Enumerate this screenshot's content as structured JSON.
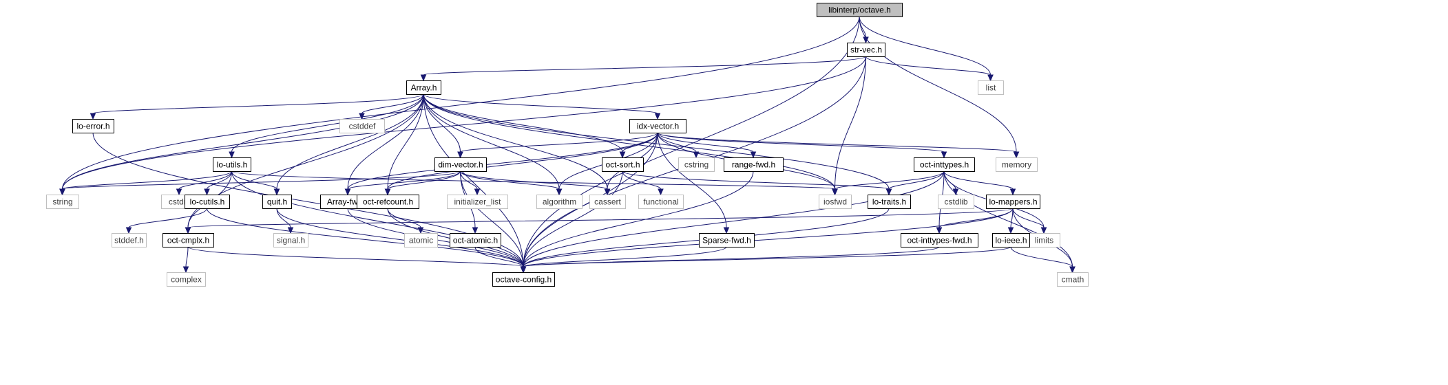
{
  "graph": {
    "nodes": [
      {
        "id": "octave_h",
        "label": "libinterp/octave.h",
        "kind": "root"
      },
      {
        "id": "str_vec",
        "label": "str-vec.h",
        "kind": "local"
      },
      {
        "id": "list",
        "label": "list",
        "kind": "system"
      },
      {
        "id": "memory",
        "label": "memory",
        "kind": "system"
      },
      {
        "id": "array_h",
        "label": "Array.h",
        "kind": "local"
      },
      {
        "id": "lo_error",
        "label": "lo-error.h",
        "kind": "local"
      },
      {
        "id": "cstddef",
        "label": "cstddef",
        "kind": "system"
      },
      {
        "id": "idx_vector",
        "label": "idx-vector.h",
        "kind": "local"
      },
      {
        "id": "lo_utils",
        "label": "lo-utils.h",
        "kind": "local"
      },
      {
        "id": "dim_vector",
        "label": "dim-vector.h",
        "kind": "local"
      },
      {
        "id": "oct_sort",
        "label": "oct-sort.h",
        "kind": "local"
      },
      {
        "id": "cstring",
        "label": "cstring",
        "kind": "system"
      },
      {
        "id": "range_fwd",
        "label": "range-fwd.h",
        "kind": "local"
      },
      {
        "id": "oct_inttypes",
        "label": "oct-inttypes.h",
        "kind": "local"
      },
      {
        "id": "string",
        "label": "string",
        "kind": "system"
      },
      {
        "id": "cstdio",
        "label": "cstdio",
        "kind": "system"
      },
      {
        "id": "lo_cutils",
        "label": "lo-cutils.h",
        "kind": "local"
      },
      {
        "id": "quit_h",
        "label": "quit.h",
        "kind": "local"
      },
      {
        "id": "array_fwd",
        "label": "Array-fwd.h",
        "kind": "local"
      },
      {
        "id": "oct_refcount",
        "label": "oct-refcount.h",
        "kind": "local"
      },
      {
        "id": "initializer_list",
        "label": "initializer_list",
        "kind": "system"
      },
      {
        "id": "algorithm",
        "label": "algorithm",
        "kind": "system"
      },
      {
        "id": "cassert",
        "label": "cassert",
        "kind": "system"
      },
      {
        "id": "functional",
        "label": "functional",
        "kind": "system"
      },
      {
        "id": "iosfwd",
        "label": "iosfwd",
        "kind": "system"
      },
      {
        "id": "lo_traits",
        "label": "lo-traits.h",
        "kind": "local"
      },
      {
        "id": "cstdlib",
        "label": "cstdlib",
        "kind": "system"
      },
      {
        "id": "lo_mappers",
        "label": "lo-mappers.h",
        "kind": "local"
      },
      {
        "id": "limits",
        "label": "limits",
        "kind": "system"
      },
      {
        "id": "stddef_h",
        "label": "stddef.h",
        "kind": "system"
      },
      {
        "id": "oct_cmplx",
        "label": "oct-cmplx.h",
        "kind": "local"
      },
      {
        "id": "signal_h",
        "label": "signal.h",
        "kind": "system"
      },
      {
        "id": "atomic",
        "label": "atomic",
        "kind": "system"
      },
      {
        "id": "oct_atomic",
        "label": "oct-atomic.h",
        "kind": "local"
      },
      {
        "id": "sparse_fwd",
        "label": "Sparse-fwd.h",
        "kind": "local"
      },
      {
        "id": "oct_inttypes_fwd",
        "label": "oct-inttypes-fwd.h",
        "kind": "local"
      },
      {
        "id": "lo_ieee",
        "label": "lo-ieee.h",
        "kind": "local"
      },
      {
        "id": "complex",
        "label": "complex",
        "kind": "system"
      },
      {
        "id": "octave_config",
        "label": "octave-config.h",
        "kind": "local"
      },
      {
        "id": "cmath",
        "label": "cmath",
        "kind": "system"
      }
    ],
    "edges": [
      [
        "octave_h",
        "str_vec"
      ],
      [
        "octave_h",
        "list"
      ],
      [
        "octave_h",
        "memory"
      ],
      [
        "octave_h",
        "string"
      ],
      [
        "octave_h",
        "octave_config"
      ],
      [
        "str_vec",
        "array_h"
      ],
      [
        "str_vec",
        "list"
      ],
      [
        "str_vec",
        "string"
      ],
      [
        "str_vec",
        "iosfwd"
      ],
      [
        "str_vec",
        "octave_config"
      ],
      [
        "array_h",
        "lo_error"
      ],
      [
        "array_h",
        "cstddef"
      ],
      [
        "array_h",
        "idx_vector"
      ],
      [
        "array_h",
        "lo_utils"
      ],
      [
        "array_h",
        "dim_vector"
      ],
      [
        "array_h",
        "oct_sort"
      ],
      [
        "array_h",
        "string"
      ],
      [
        "array_h",
        "quit_h"
      ],
      [
        "array_h",
        "array_fwd"
      ],
      [
        "array_h",
        "oct_refcount"
      ],
      [
        "array_h",
        "algorithm"
      ],
      [
        "array_h",
        "cassert"
      ],
      [
        "array_h",
        "iosfwd"
      ],
      [
        "array_h",
        "lo_traits"
      ],
      [
        "array_h",
        "oct_cmplx"
      ],
      [
        "array_h",
        "octave_config"
      ],
      [
        "lo_error",
        "octave_config"
      ],
      [
        "idx_vector",
        "dim_vector"
      ],
      [
        "idx_vector",
        "oct_sort"
      ],
      [
        "idx_vector",
        "cstring"
      ],
      [
        "idx_vector",
        "range_fwd"
      ],
      [
        "idx_vector",
        "oct_inttypes"
      ],
      [
        "idx_vector",
        "memory"
      ],
      [
        "idx_vector",
        "array_fwd"
      ],
      [
        "idx_vector",
        "oct_refcount"
      ],
      [
        "idx_vector",
        "algorithm"
      ],
      [
        "idx_vector",
        "cassert"
      ],
      [
        "idx_vector",
        "iosfwd"
      ],
      [
        "idx_vector",
        "sparse_fwd"
      ],
      [
        "idx_vector",
        "octave_config"
      ],
      [
        "lo_utils",
        "string"
      ],
      [
        "lo_utils",
        "cstdio"
      ],
      [
        "lo_utils",
        "lo_cutils"
      ],
      [
        "lo_utils",
        "quit_h"
      ],
      [
        "lo_utils",
        "iosfwd"
      ],
      [
        "lo_utils",
        "oct_cmplx"
      ],
      [
        "lo_utils",
        "octave_config"
      ],
      [
        "dim_vector",
        "string"
      ],
      [
        "dim_vector",
        "array_fwd"
      ],
      [
        "dim_vector",
        "oct_refcount"
      ],
      [
        "dim_vector",
        "initializer_list"
      ],
      [
        "dim_vector",
        "algorithm"
      ],
      [
        "dim_vector",
        "cassert"
      ],
      [
        "dim_vector",
        "oct_atomic"
      ],
      [
        "dim_vector",
        "octave_config"
      ],
      [
        "oct_sort",
        "functional"
      ],
      [
        "oct_sort",
        "lo_traits"
      ],
      [
        "oct_sort",
        "octave_config"
      ],
      [
        "range_fwd",
        "octave_config"
      ],
      [
        "oct_inttypes",
        "iosfwd"
      ],
      [
        "oct_inttypes",
        "lo_traits"
      ],
      [
        "oct_inttypes",
        "cstdlib"
      ],
      [
        "oct_inttypes",
        "lo_mappers"
      ],
      [
        "oct_inttypes",
        "limits"
      ],
      [
        "oct_inttypes",
        "oct_inttypes_fwd"
      ],
      [
        "oct_inttypes",
        "cmath"
      ],
      [
        "oct_inttypes",
        "octave_config"
      ],
      [
        "lo_cutils",
        "stddef_h"
      ],
      [
        "lo_cutils",
        "octave_config"
      ],
      [
        "quit_h",
        "signal_h"
      ],
      [
        "quit_h",
        "octave_config"
      ],
      [
        "array_fwd",
        "octave_config"
      ],
      [
        "oct_refcount",
        "atomic"
      ],
      [
        "oct_refcount",
        "octave_config"
      ],
      [
        "oct_atomic",
        "octave_config"
      ],
      [
        "lo_traits",
        "octave_config"
      ],
      [
        "lo_mappers",
        "oct_cmplx"
      ],
      [
        "lo_mappers",
        "oct_inttypes_fwd"
      ],
      [
        "lo_mappers",
        "lo_ieee"
      ],
      [
        "lo_mappers",
        "limits"
      ],
      [
        "lo_mappers",
        "cmath"
      ],
      [
        "lo_mappers",
        "octave_config"
      ],
      [
        "oct_cmplx",
        "complex"
      ],
      [
        "oct_cmplx",
        "octave_config"
      ],
      [
        "sparse_fwd",
        "octave_config"
      ],
      [
        "oct_inttypes_fwd",
        "octave_config"
      ],
      [
        "lo_ieee",
        "cmath"
      ],
      [
        "lo_ieee",
        "octave_config"
      ]
    ]
  },
  "colors": {
    "edge": "#191970",
    "local_border": "#000000",
    "system_border": "#bfbfbf",
    "system_text": "#404040",
    "root_fill": "#bfbfbf"
  }
}
